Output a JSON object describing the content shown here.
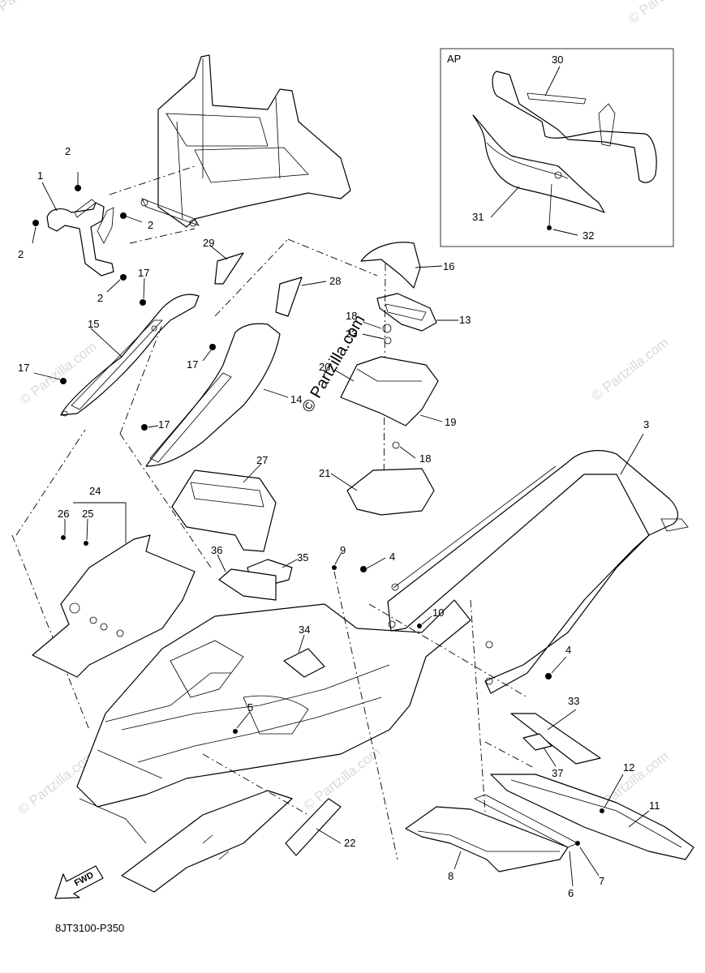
{
  "diagram": {
    "diagram_code": "8JT3100-P350",
    "inset_label": "AP",
    "fwd_label": "FWD",
    "watermark_main": "© Partzilla.com",
    "watermark_faint": "© Partzilla.com",
    "callouts": {
      "c1": "1",
      "c2a": "2",
      "c2b": "2",
      "c2c": "2",
      "c2d": "2",
      "c3": "3",
      "c4a": "4",
      "c4b": "4",
      "c5": "5",
      "c6": "6",
      "c7": "7",
      "c8": "8",
      "c9": "9",
      "c10": "10",
      "c11": "11",
      "c12": "12",
      "c13": "13",
      "c14": "14",
      "c15": "15",
      "c16": "16",
      "c17a": "17",
      "c17b": "17",
      "c17c": "17",
      "c17d": "17",
      "c18a": "18",
      "c18b": "18",
      "c19": "19",
      "c20": "20",
      "c21": "21",
      "c22": "22",
      "c23": "23",
      "c24": "24",
      "c25": "25",
      "c26": "26",
      "c27": "27",
      "c28": "28",
      "c29": "29",
      "c30": "30",
      "c31": "31",
      "c32": "32",
      "c33": "33",
      "c34": "34",
      "c35": "35",
      "c36": "36",
      "c37": "37"
    }
  }
}
